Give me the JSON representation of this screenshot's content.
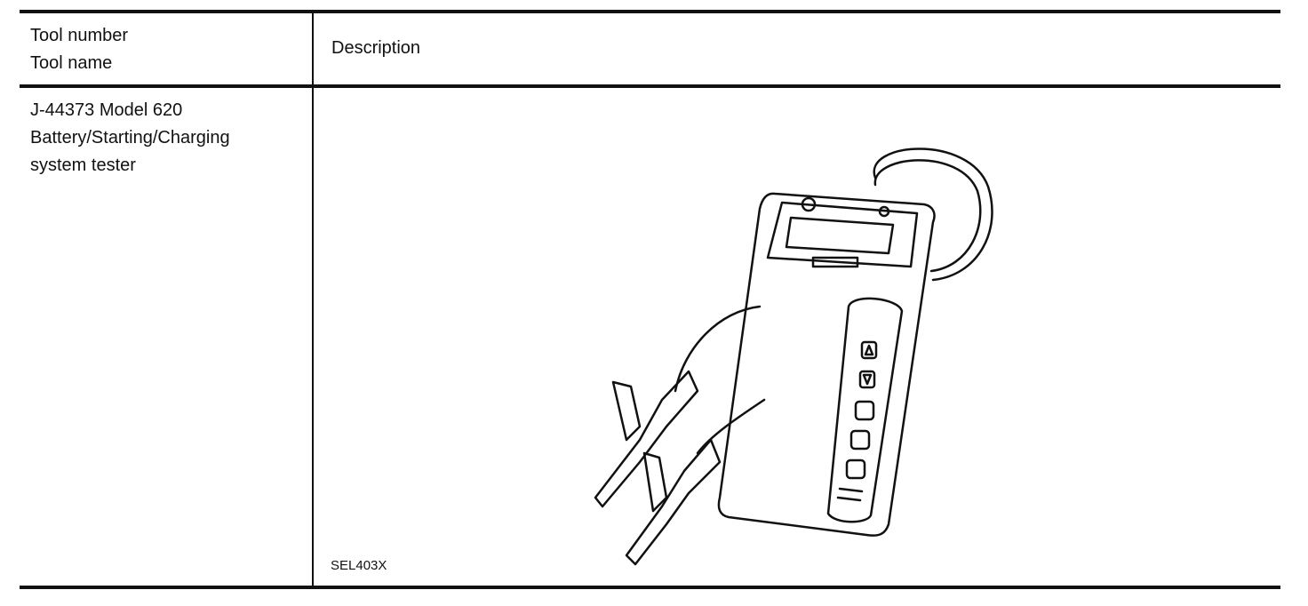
{
  "header": {
    "col1_line1": "Tool number",
    "col1_line2": "Tool name",
    "col2": "Description"
  },
  "row": {
    "tool_line1": "J-44373 Model 620",
    "tool_line2": "Battery/Starting/Charging",
    "tool_line3": "system tester",
    "figure_code": "SEL403X"
  },
  "icons": [
    "battery-tester-illustration",
    "clamp-icon",
    "arrow-up-button-icon",
    "arrow-down-button-icon"
  ]
}
